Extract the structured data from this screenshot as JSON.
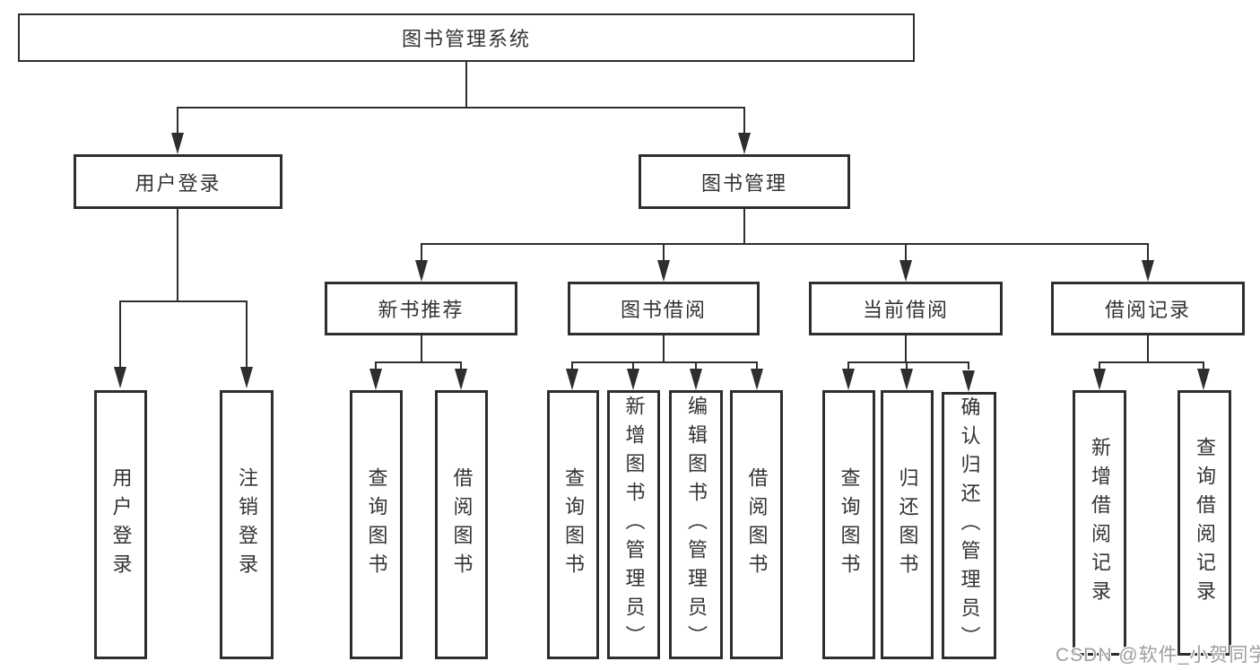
{
  "tree": {
    "root": "图书管理系统",
    "level2": {
      "user_login": "用户登录",
      "book_mgmt": "图书管理"
    },
    "level3": {
      "new_books": "新书推荐",
      "borrowing": "图书借阅",
      "current": "当前借阅",
      "records": "借阅记录"
    },
    "leaves": {
      "user_login": "用户登录",
      "logout": "注销登录",
      "query_books_1": "查询图书",
      "borrow_books_1": "借阅图书",
      "query_books_2": "查询图书",
      "add_books_admin": "新增图书（管理员）",
      "edit_books_admin": "编辑图书（管理员）",
      "borrow_books_2": "借阅图书",
      "query_books_3": "查询图书",
      "return_books": "归还图书",
      "confirm_return_admin": "确认归还（管理员）",
      "add_borrow_record": "新增借阅记录",
      "query_borrow_record": "查询借阅记录"
    }
  },
  "watermark": "CSDN @软件_小贺同学",
  "colors": {
    "line": "#2e2e2e",
    "text": "#333333",
    "background": "#ffffff",
    "watermark": "#9e9e9e"
  }
}
